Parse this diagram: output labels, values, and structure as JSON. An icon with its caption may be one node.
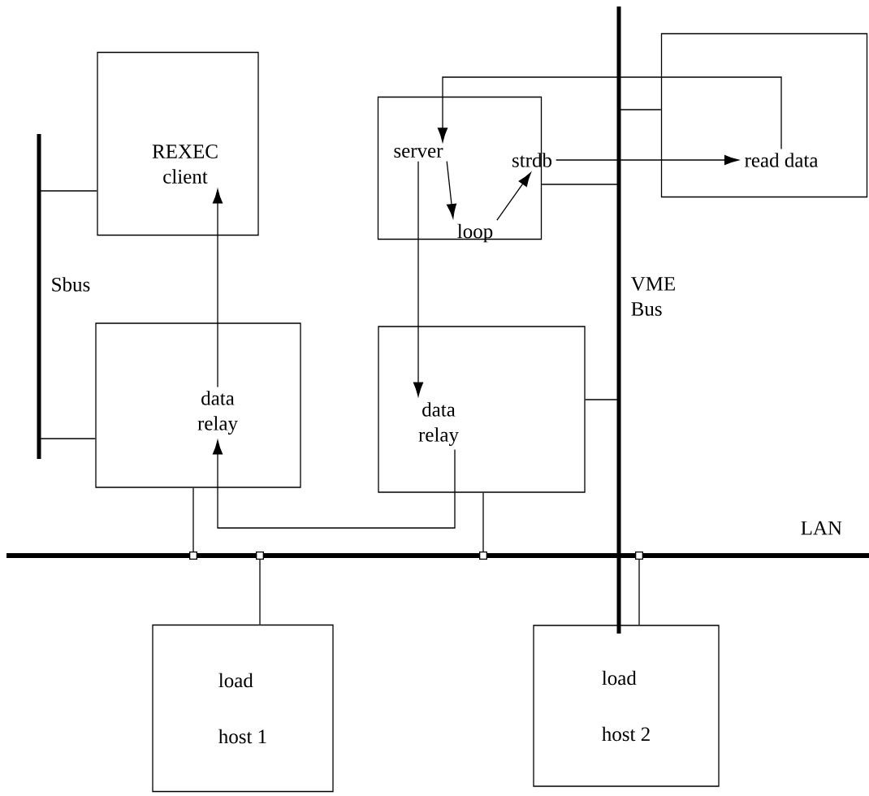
{
  "diagram": {
    "nodes": [
      {
        "text": [],
        "shape": "box"
      },
      {
        "text": [
          "REXEC client"
        ],
        "in": 0
      },
      {
        "text": [],
        "shape": "box"
      },
      {
        "text": [
          "server"
        ],
        "in": 2
      },
      {
        "text": [
          "loop"
        ],
        "in": 2
      },
      {
        "text": [
          "strdb"
        ],
        "in": 2
      },
      {
        "text": [],
        "shape": "box"
      },
      {
        "text": [
          "read data"
        ],
        "in": 6
      },
      {
        "text": [],
        "shape": "box"
      },
      {
        "text": [
          "data relay"
        ],
        "in": 8
      },
      {
        "text": [],
        "shape": "box"
      },
      {
        "text": [
          "data relay"
        ],
        "in": 10
      },
      {
        "text": [
          "load",
          "host 1"
        ]
      },
      {
        "text": [
          "load",
          "host 2"
        ]
      },
      {
        "text": [],
        "shape": "bar",
        "beside": [
          "Sbus"
        ]
      },
      {
        "text": [],
        "shape": "bar",
        "beside": [
          "VME Bus"
        ]
      },
      {
        "text": [],
        "shape": "bar",
        "beside": [
          "LAN"
        ]
      }
    ],
    "edges": [
      {
        "from": 9,
        "to": 1,
        "arrow": "to"
      },
      {
        "from": 11,
        "to": 9,
        "arrow": "to"
      },
      {
        "from": 3,
        "to": 11,
        "arrow": "to"
      },
      {
        "from": 7,
        "to": 3,
        "arrow": "to"
      },
      {
        "from": 3,
        "to": 4,
        "arrow": "to"
      },
      {
        "from": 4,
        "to": 5,
        "arrow": "to"
      },
      {
        "from": 5,
        "to": 7,
        "arrow": "to"
      },
      {
        "from": 14,
        "to": 0,
        "arrow": "none"
      },
      {
        "from": 14,
        "to": 8,
        "arrow": "none"
      },
      {
        "from": 2,
        "to": 15,
        "arrow": "none"
      },
      {
        "from": 15,
        "to": 6,
        "arrow": "none"
      },
      {
        "from": 10,
        "to": 15,
        "arrow": "none"
      },
      {
        "from": 8,
        "to": 16,
        "arrow": "other"
      },
      {
        "from": 12,
        "to": 16,
        "arrow": "other"
      },
      {
        "from": 10,
        "to": 16,
        "arrow": "other"
      },
      {
        "from": 13,
        "to": 16,
        "arrow": "other"
      }
    ]
  }
}
